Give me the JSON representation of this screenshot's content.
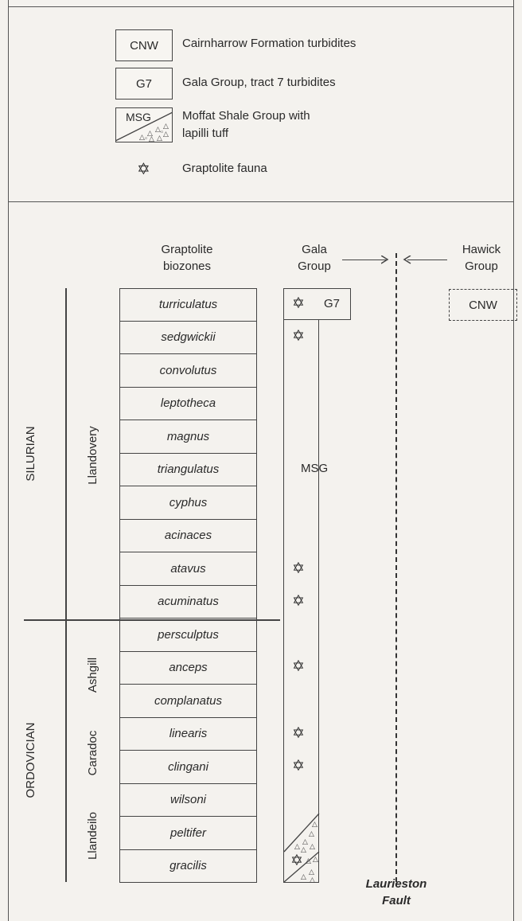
{
  "legend": {
    "items": [
      {
        "code": "CNW",
        "label": "Cairnharrow Formation turbidites"
      },
      {
        "code": "G7",
        "label": "Gala Group, tract 7 turbidites"
      },
      {
        "code": "MSG",
        "label": "Moffat Shale Group with\nlapilli tuff"
      },
      {
        "code": "",
        "label": "Graptolite fauna",
        "icon": "star-of-david-icon"
      }
    ]
  },
  "headers": {
    "biozones": "Graptolite\nbiozones",
    "gala": "Gala\nGroup",
    "hawick": "Hawick\nGroup"
  },
  "systems": [
    "SILURIAN",
    "ORDOVICIAN"
  ],
  "series": [
    "Llandovery",
    "Ashgill",
    "Caradoc",
    "Llandeilo"
  ],
  "biozones": [
    "turriculatus",
    "sedgwickii",
    "convolutus",
    "leptotheca",
    "magnus",
    "triangulatus",
    "cyphus",
    "acinaces",
    "atavus",
    "acuminatus",
    "persculptus",
    "anceps",
    "complanatus",
    "linearis",
    "clingani",
    "wilsoni",
    "peltifer",
    "gracilis"
  ],
  "gala_column": {
    "top_unit": "G7",
    "main_unit": "MSG",
    "graptolite_fauna_in": [
      "turriculatus",
      "sedgwickii",
      "atavus",
      "acuminatus",
      "anceps",
      "linearis",
      "clingani",
      "gracilis"
    ],
    "lapilli_tuff_in": [
      "peltifer",
      "gracilis"
    ]
  },
  "hawick_column": {
    "unit": "CNW"
  },
  "fault": {
    "label": "Laurieston\nFault"
  },
  "symbols": {
    "fauna": "✡"
  }
}
